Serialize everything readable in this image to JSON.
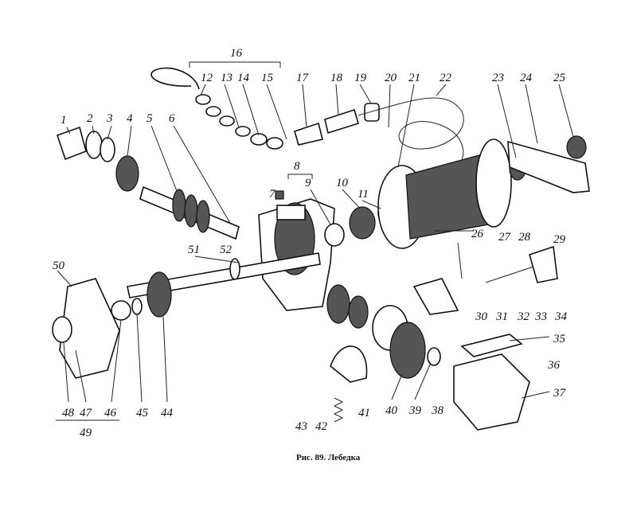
{
  "figure": {
    "caption": "Рис. 89. Лебедка",
    "part_labels": [
      "1",
      "2",
      "3",
      "4",
      "5",
      "6",
      "7",
      "8",
      "9",
      "10",
      "11",
      "12",
      "13",
      "14",
      "15",
      "16",
      "17",
      "18",
      "19",
      "20",
      "21",
      "22",
      "23",
      "24",
      "25",
      "26",
      "27",
      "28",
      "29",
      "30",
      "31",
      "32",
      "33",
      "34",
      "35",
      "36",
      "37",
      "38",
      "39",
      "40",
      "41",
      "42",
      "43",
      "44",
      "45",
      "46",
      "47",
      "48",
      "49",
      "50",
      "51",
      "52"
    ],
    "ink_color": "#111111"
  }
}
